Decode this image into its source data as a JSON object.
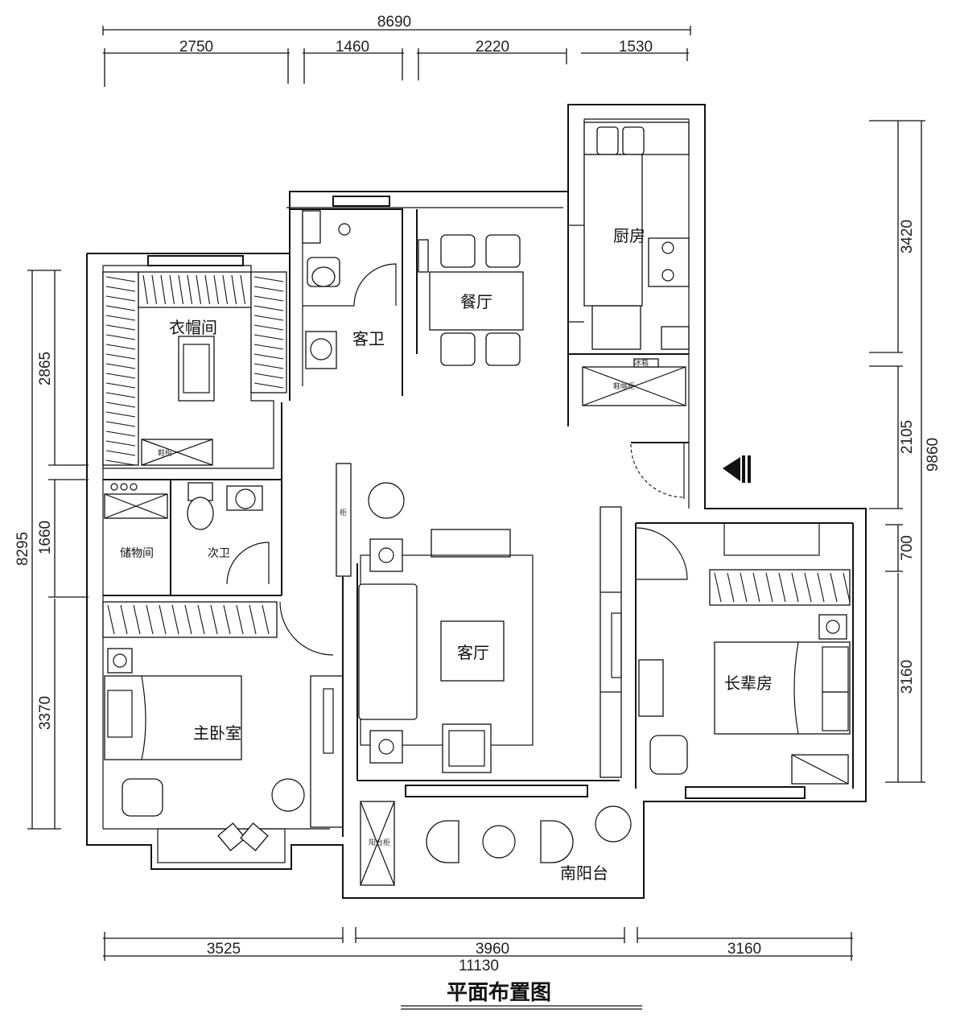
{
  "title": "平面布置图",
  "dimensions": {
    "top_total": "8690",
    "top_segments": [
      "2750",
      "1460",
      "2220",
      "1530"
    ],
    "right_total": "9860",
    "right_segments": [
      "3420",
      "2105",
      "700",
      "3160"
    ],
    "left_total": "8295",
    "left_segments": [
      "2865",
      "1660",
      "3370"
    ],
    "bottom_total": "11130",
    "bottom_segments": [
      "3525",
      "3960",
      "3160"
    ]
  },
  "rooms": {
    "cloakroom": "衣帽间",
    "guest_bath": "客卫",
    "dining": "餐厅",
    "kitchen": "厨房",
    "storage": "储物间",
    "second_bath": "次卫",
    "living": "客厅",
    "master_bedroom": "主卧室",
    "elder_room": "长辈房",
    "south_balcony": "南阳台"
  },
  "fixtures": {
    "shoe_cabinet_a": "鞋柜",
    "shoe_cabinet_b": "鞋帽柜",
    "fridge": "冰箱",
    "balcony_cabinet": "阳台柜"
  },
  "colors": {
    "line": "#111111",
    "background": "#ffffff"
  }
}
